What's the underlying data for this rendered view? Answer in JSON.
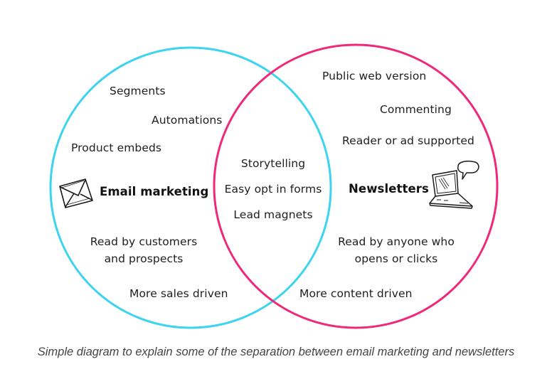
{
  "diagram": {
    "type": "venn",
    "colors": {
      "left_circle": "#3dd4ef",
      "right_circle": "#f0287a"
    },
    "left": {
      "title": "Email marketing",
      "icon": "envelope-icon",
      "items_top": [
        "Segments",
        "Automations",
        "Product embeds"
      ],
      "items_bottom": [
        "Read by customers",
        "and prospects",
        "More sales driven"
      ]
    },
    "right": {
      "title": "Newsletters",
      "icon": "laptop-speech-bubble-icon",
      "items_top": [
        "Public web version",
        "Commenting",
        "Reader or ad supported"
      ],
      "items_bottom": [
        "Read by anyone who",
        "opens or clicks",
        "More content driven"
      ]
    },
    "overlap": [
      "Storytelling",
      "Easy opt in forms",
      "Lead magnets"
    ]
  },
  "caption": "Simple diagram to explain some of the separation between email marketing and newsletters"
}
